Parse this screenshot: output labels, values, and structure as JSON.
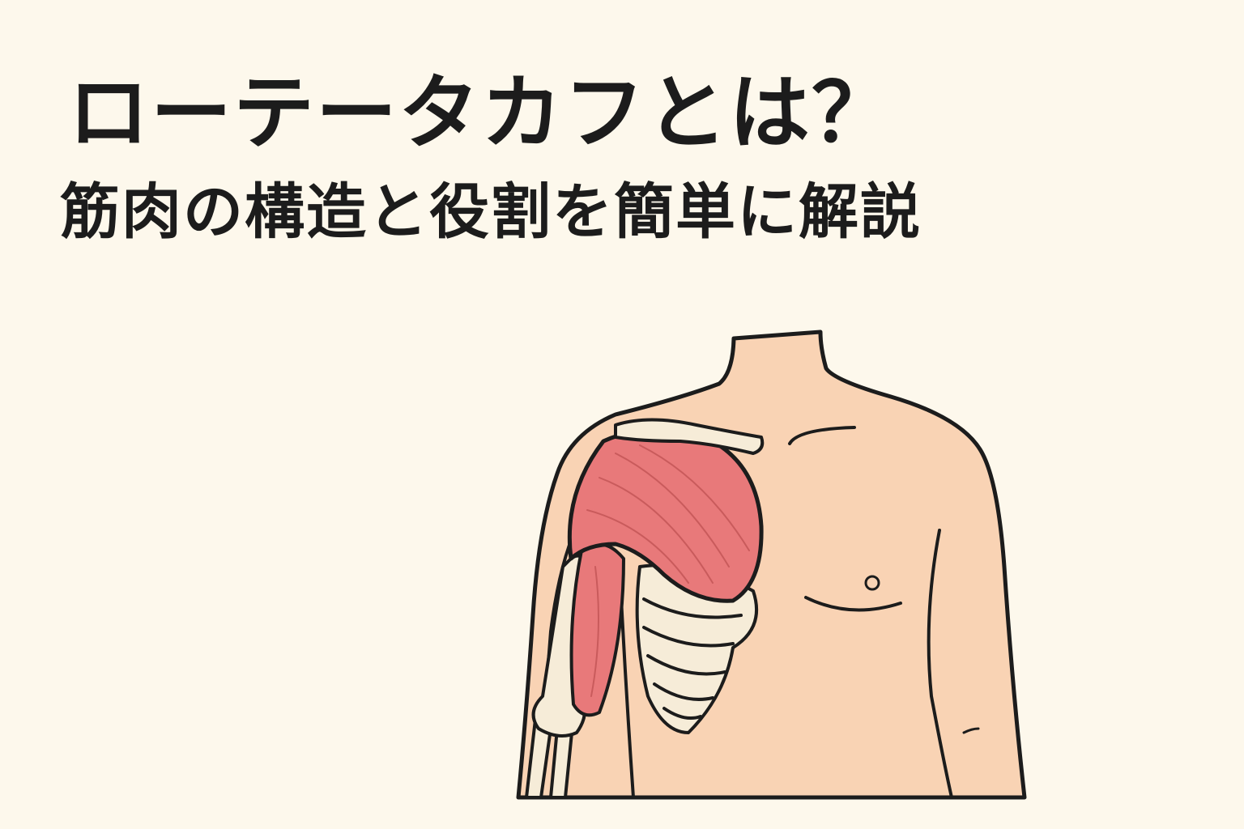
{
  "header": {
    "title": "ローテータカフとは？",
    "subtitle": "筋肉の構造と役割を簡単に解説"
  },
  "illustration": {
    "subject": "shoulder-anatomy",
    "colors": {
      "background": "#fdf8ec",
      "skin": "#f9d3b4",
      "muscle": "#e8797a",
      "bone": "#f6ecd8",
      "outline": "#1c1c1c"
    }
  }
}
